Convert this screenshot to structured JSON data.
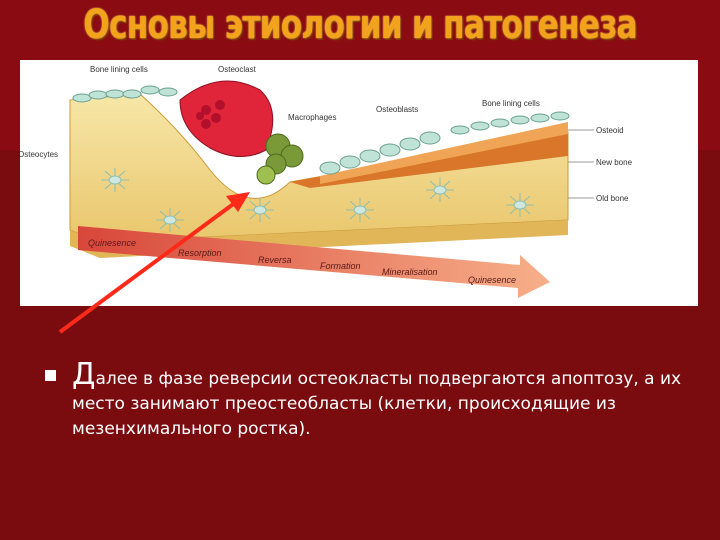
{
  "slide": {
    "title": "Основы этиологии и патогенеза",
    "bullet_drop_cap": "Д",
    "bullet_text": "алее в фазе реверсии остеокласты подвергаются апоптозу, а их место занимают преостеобласты (клетки, происходящие из мезенхимального ростка)."
  },
  "figure": {
    "labels": {
      "bone_lining_left": "Bone lining cells",
      "osteoclast": "Osteoclast",
      "macrophages": "Macrophages",
      "osteoblasts": "Osteoblasts",
      "bone_lining_right": "Bone lining cells",
      "osteoid": "Osteoid",
      "new_bone": "New bone",
      "old_bone": "Old bone",
      "osteocytes": "Osteocytes"
    },
    "phases": [
      "Quinesence",
      "Resorption",
      "Reversa",
      "Formation",
      "Mineralisation",
      "Quinesence"
    ]
  },
  "colors": {
    "background": "#7a0c10",
    "title": "#f2a31b",
    "arrow": "#ff2a1a",
    "bone": "#f3dc8f",
    "new_bone": "#d9762a",
    "osteoclast": "#e0243a",
    "phase_arrow": "#e85a3a"
  }
}
